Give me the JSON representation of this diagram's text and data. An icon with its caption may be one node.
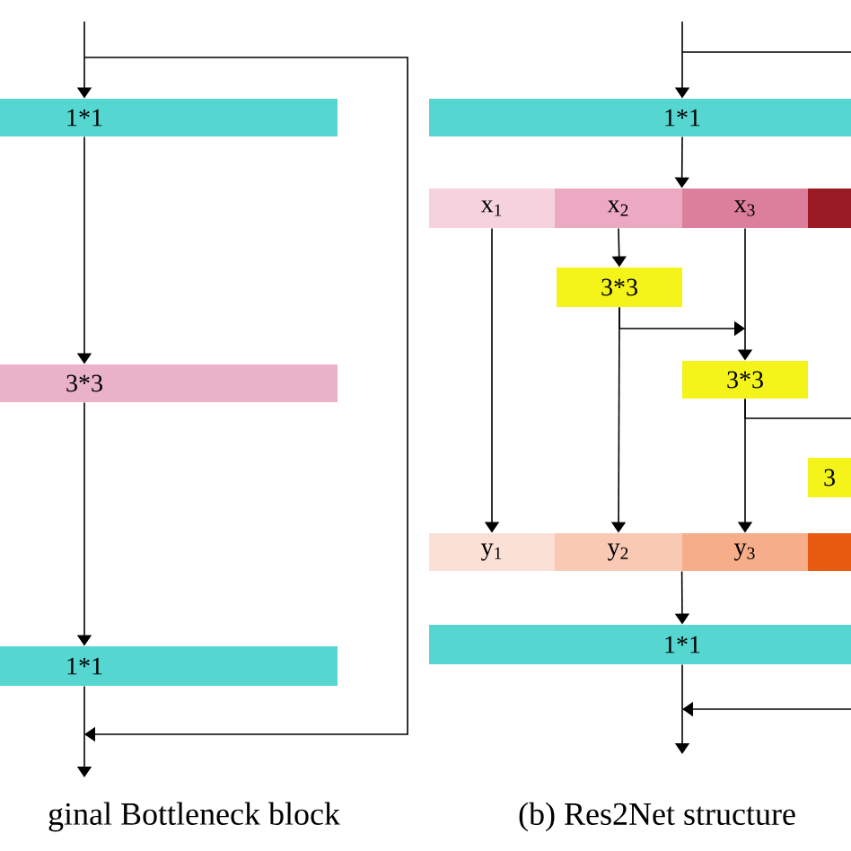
{
  "diagram": {
    "nodes": [
      {
        "text": [
          "1*1"
        ]
      },
      {
        "text": [
          "3*3"
        ]
      },
      {
        "text": [
          "1*1"
        ]
      },
      {
        "text": [
          "1*1"
        ]
      },
      {
        "text": [
          "x$_{1}$"
        ]
      },
      {
        "text": [
          "x$_{2}$"
        ]
      },
      {
        "text": [
          "x$_{3}$"
        ]
      },
      {
        "text": [],
        "shape": "box"
      },
      {
        "text": [
          "3*3"
        ]
      },
      {
        "text": [
          "3*3"
        ]
      },
      {
        "text": [
          "3"
        ]
      },
      {
        "text": [
          "y$_{1}$"
        ]
      },
      {
        "text": [
          "y$_{2}$"
        ]
      },
      {
        "text": [
          "y$_{3}$"
        ]
      },
      {
        "text": [],
        "shape": "box"
      },
      {
        "text": [
          "1*1"
        ]
      }
    ],
    "edges": [
      {
        "from": null,
        "to": 0,
        "arrow": "to"
      },
      {
        "from": 0,
        "to": 1,
        "arrow": "to"
      },
      {
        "from": 1,
        "to": 2,
        "arrow": "to"
      },
      {
        "from": 2,
        "to": null,
        "arrow": "to"
      },
      {
        "from": null,
        "to": 3,
        "arrow": "to"
      },
      {
        "from": 3,
        "to": 6,
        "arrow": "to"
      },
      {
        "from": 4,
        "to": 11,
        "arrow": "to"
      },
      {
        "from": 5,
        "to": 8,
        "arrow": "to"
      },
      {
        "from": 8,
        "to": 12,
        "arrow": "to"
      },
      {
        "from": 8,
        "to": 9,
        "arrow": "to"
      },
      {
        "from": 6,
        "to": 9,
        "arrow": "to"
      },
      {
        "from": 9,
        "to": 13,
        "arrow": "to"
      },
      {
        "from": 9,
        "to": null,
        "arrow": "none"
      },
      {
        "from": 13,
        "to": 15,
        "arrow": "to"
      },
      {
        "from": 15,
        "to": null,
        "arrow": "to"
      }
    ],
    "labels": [
      "ginal Bottleneck block",
      "(b) Res2Net structure"
    ]
  }
}
